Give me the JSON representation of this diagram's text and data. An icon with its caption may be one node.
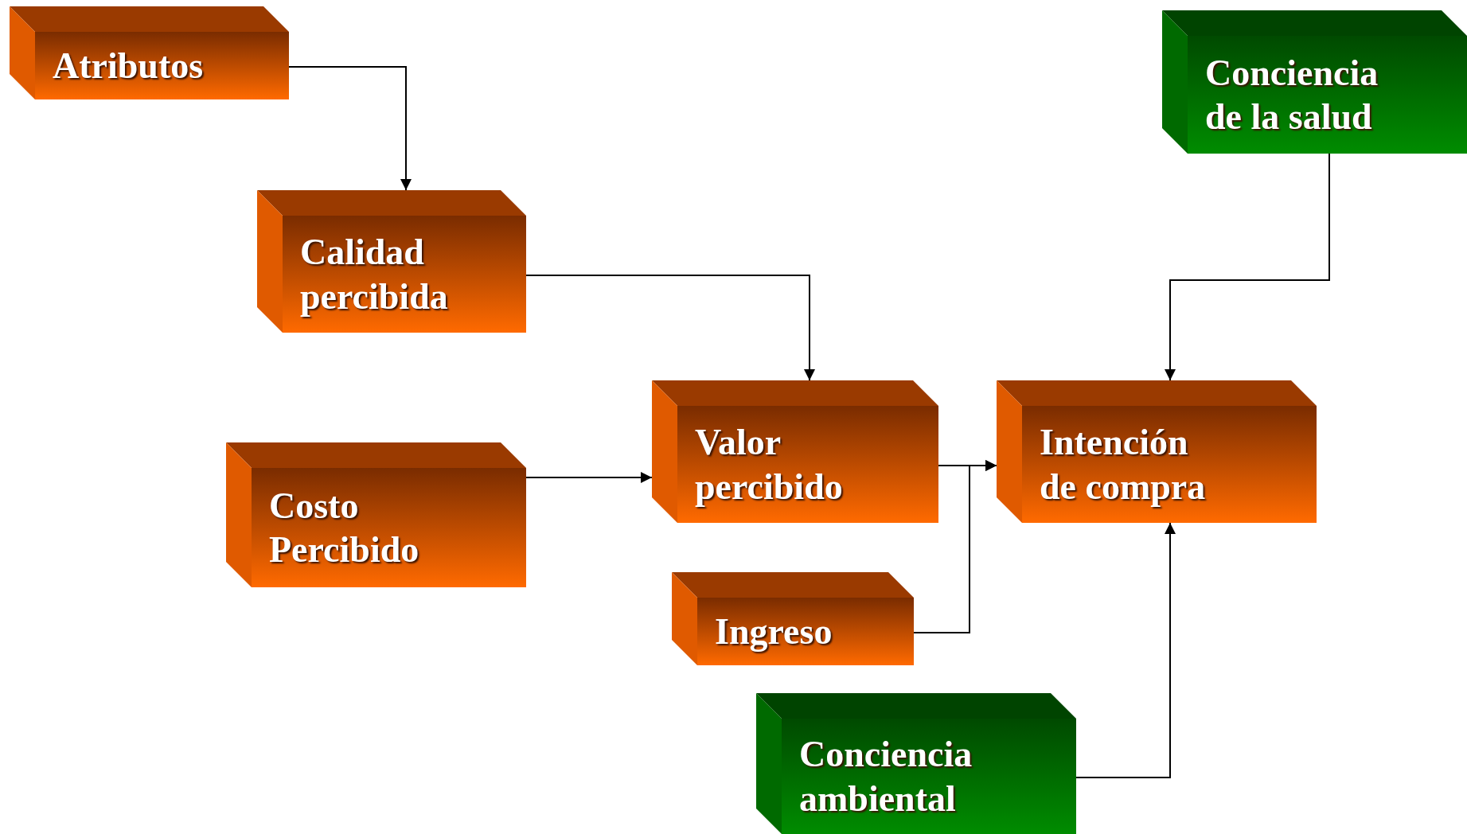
{
  "diagram": {
    "nodes": [
      {
        "text": [
          "Atributos"
        ]
      },
      {
        "text": [
          "Calidad percibida"
        ]
      },
      {
        "text": [
          "Costo Percibido"
        ]
      },
      {
        "text": [
          "Valor percibido"
        ]
      },
      {
        "text": [
          "Intención de compra"
        ]
      },
      {
        "text": [
          "Conciencia de la salud"
        ]
      },
      {
        "text": [
          "Ingreso"
        ]
      },
      {
        "text": [
          "Conciencia ambiental"
        ]
      }
    ],
    "edges": [
      {
        "from": 0,
        "to": 1,
        "arrow": "to"
      },
      {
        "from": 1,
        "to": 3,
        "arrow": "to"
      },
      {
        "from": 2,
        "to": 3,
        "arrow": "to"
      },
      {
        "from": 3,
        "to": 4,
        "arrow": "to"
      },
      {
        "from": 6,
        "to": 4,
        "arrow": "to"
      },
      {
        "from": 5,
        "to": 4,
        "arrow": "to"
      },
      {
        "from": 7,
        "to": 4,
        "arrow": "to"
      }
    ]
  }
}
